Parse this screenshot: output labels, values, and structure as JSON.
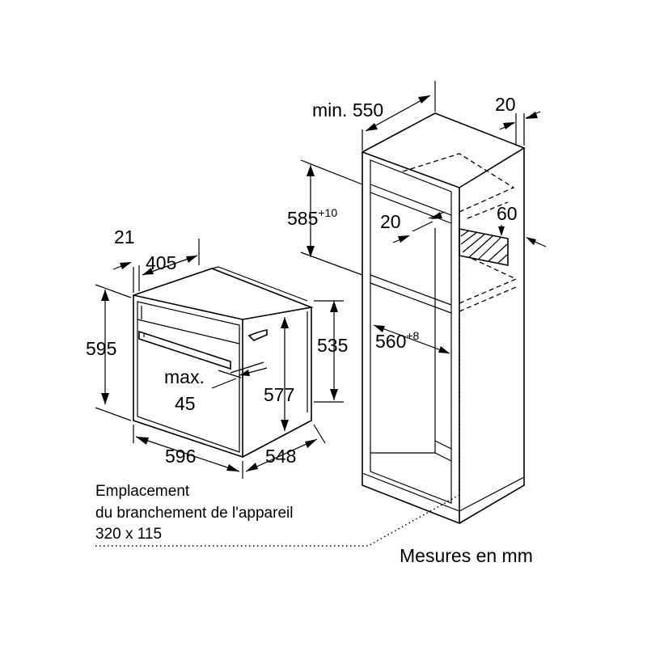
{
  "oven": {
    "depth_front": "21",
    "depth_body": "405",
    "height": "595",
    "inner_height": "577",
    "back_height": "535",
    "width": "596",
    "depth": "548",
    "door_offset_label": "max.",
    "door_offset_value": "45"
  },
  "cabinet": {
    "min_depth_label": "min. 550",
    "back_gap": "20",
    "niche_height": "585",
    "niche_height_tol": "+10",
    "vent_depth": "20",
    "vent_height": "60",
    "niche_width": "560",
    "niche_width_tol": "+8"
  },
  "connection": {
    "line1": "Emplacement",
    "line2": "du branchement de l'appareil",
    "line3": "320 x 115"
  },
  "units": "Mesures en mm"
}
